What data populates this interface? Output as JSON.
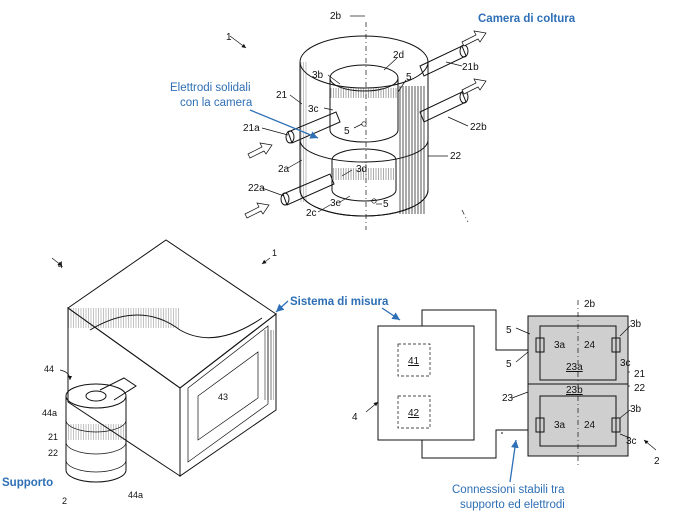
{
  "callouts": {
    "camera": "Camera di coltura",
    "elettrodi_line1": "Elettrodi solidali",
    "elettrodi_line2": "con la camera",
    "sistema": "Sistema di misura",
    "supporto": "Supporto",
    "connessioni_line1": "Connessioni stabili tra",
    "connessioni_line2": "supporto ed elettrodi"
  },
  "top_figure": {
    "labels": {
      "ref_1": "1",
      "ref_2b": "2b",
      "ref_2d": "2d",
      "ref_3b": "3b",
      "ref_5a": "5",
      "ref_21": "21",
      "ref_21b": "21b",
      "ref_3c": "3c",
      "ref_5b": "5",
      "ref_21a": "21a",
      "ref_22b": "22b",
      "ref_2a": "2a",
      "ref_22": "22",
      "ref_3d": "3d",
      "ref_22a": "22a",
      "ref_3e": "3e",
      "ref_5c": "5",
      "ref_2c": "2c"
    }
  },
  "bottom_left_figure": {
    "labels": {
      "ref_4": "4",
      "ref_1": "1",
      "ref_44": "44",
      "ref_44a_top": "44a",
      "ref_21": "21",
      "ref_22": "22",
      "ref_43": "43",
      "ref_2": "2",
      "ref_44a_bottom": "44a"
    }
  },
  "bottom_right_figure": {
    "labels": {
      "ref_4": "4",
      "ref_41": "41",
      "ref_42": "42",
      "ref_5_top": "5",
      "ref_5_mid": "5",
      "ref_2b": "2b",
      "ref_3b_top": "3b",
      "ref_3a_top": "3a",
      "ref_24_top": "24",
      "ref_3c_top": "3c",
      "ref_23a": "23a",
      "ref_21": "21",
      "ref_23b": "23b",
      "ref_22": "22",
      "ref_23": "23",
      "ref_3b_bottom": "3b",
      "ref_3a_bottom": "3a",
      "ref_24_bottom": "24",
      "ref_3c_bottom": "3c",
      "ref_2": "2"
    }
  },
  "colors": {
    "callout_blue": "#2e6fb5",
    "line_black": "#111111",
    "fill_grey": "#cfcfcf"
  }
}
